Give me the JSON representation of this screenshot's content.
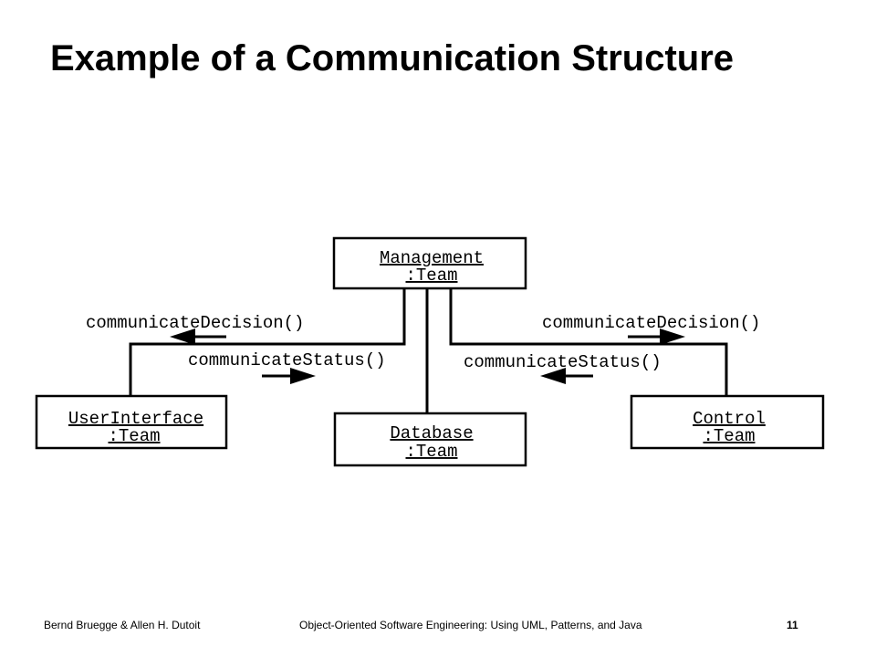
{
  "slide": {
    "title": "Example of a Communication Structure",
    "footer": {
      "authors": "Bernd Bruegge & Allen H. Dutoit",
      "book": "Object-Oriented Software Engineering: Using UML, Patterns, and Java",
      "page_number": "11"
    }
  },
  "diagram": {
    "objects": {
      "management": {
        "name": "Management",
        "class": ":Team"
      },
      "user_interface": {
        "name": "UserInterface",
        "class": ":Team"
      },
      "database": {
        "name": "Database",
        "class": ":Team"
      },
      "control": {
        "name": "Control",
        "class": ":Team"
      }
    },
    "messages": {
      "left_decision": "communicateDecision()",
      "left_status": "communicateStatus()",
      "right_decision": "communicateDecision()",
      "right_status": "communicateStatus()"
    }
  }
}
